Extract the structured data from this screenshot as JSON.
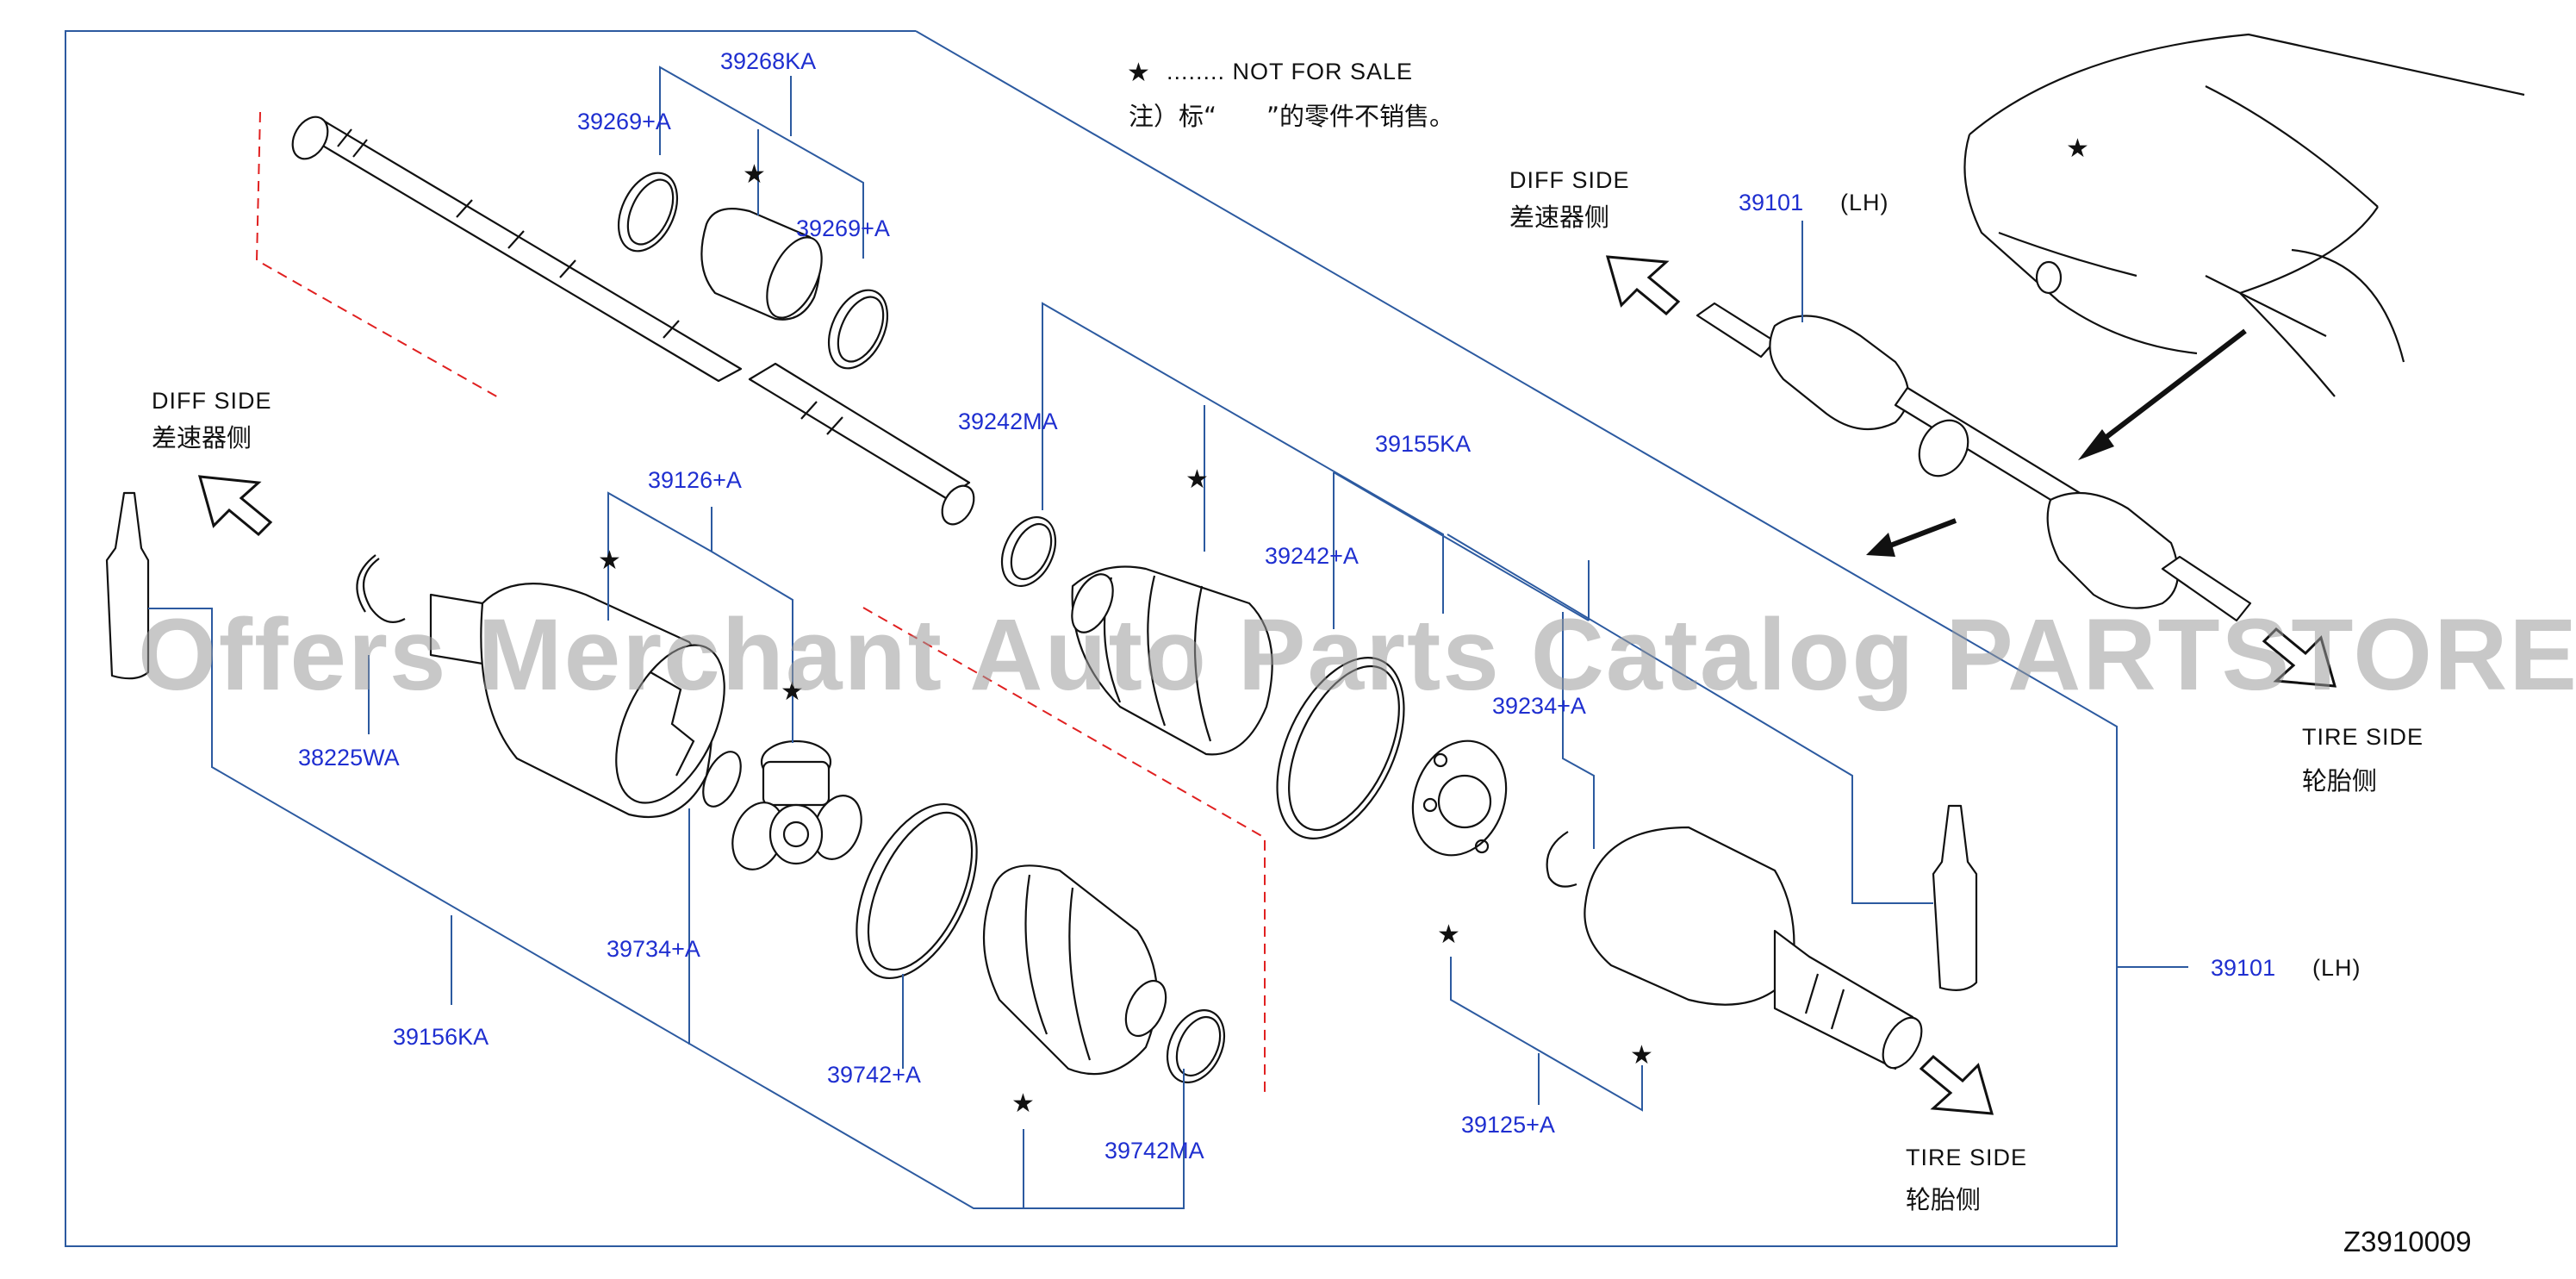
{
  "legend": {
    "star": "★",
    "line1": "........  NOT  FOR  SALE",
    "line2": "注）标“　　”的零件不销售。"
  },
  "parts": {
    "p39268KA": "39268KA",
    "p39269A_1": "39269+A",
    "p39269A_2": "39269+A",
    "p39242MA": "39242MA",
    "p39155KA": "39155KA",
    "p39242A": "39242+A",
    "p39126A": "39126+A",
    "p38225WA": "38225WA",
    "p39234A": "39234+A",
    "p39734A": "39734+A",
    "p39156KA": "39156KA",
    "p39742A": "39742+A",
    "p39742MA": "39742MA",
    "p39125A": "39125+A",
    "p39101_top": "39101",
    "p39101_right": "39101"
  },
  "side_labels": {
    "lh": "(LH)",
    "diff_side": "DIFF   SIDE",
    "diff_side_cn": "差速器侧",
    "tire_side": "TIRE   SIDE",
    "tire_side_cn": "轮胎侧"
  },
  "watermark": "Offers Merchant Auto Parts Catalog PARTSTORE.SA",
  "diagram_code": "Z3910009"
}
